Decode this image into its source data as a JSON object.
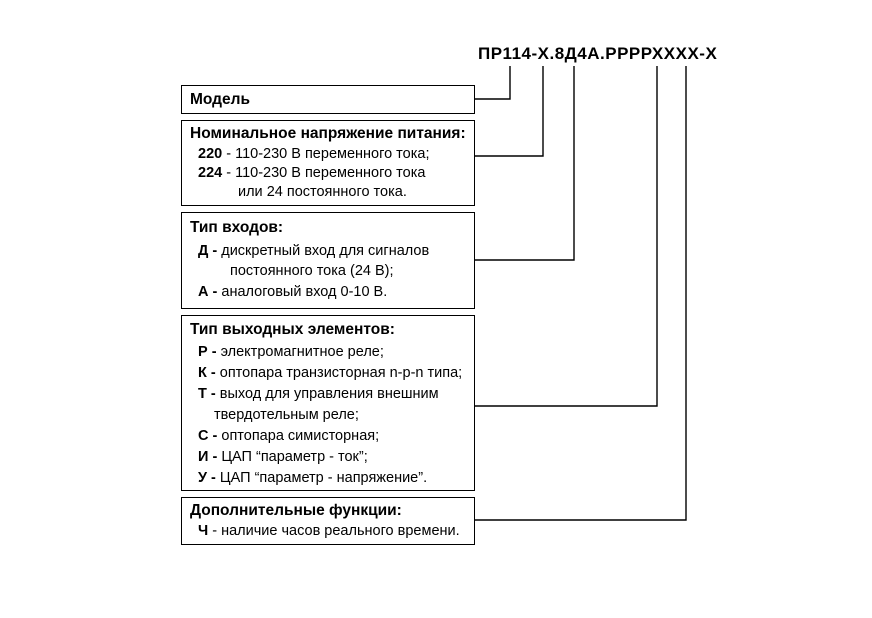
{
  "code": "ПР114-Х.8Д4А.РРРРХХХХ-Х",
  "model": {
    "title": "Модель"
  },
  "voltage": {
    "title": "Номинальное напряжение питания:",
    "items": [
      {
        "key": "220",
        "sep": " - ",
        "text": "110-230 В переменного тока;"
      },
      {
        "key": "224",
        "sep": " - ",
        "text": "110-230 В переменного тока"
      }
    ],
    "cont": "или 24 постоянного тока."
  },
  "inputs": {
    "title": "Тип входов:",
    "items": [
      {
        "key": "Д",
        "sep": "  - ",
        "text": "дискретный вход для сигналов"
      },
      {
        "key": "А",
        "sep": "  - ",
        "text": "аналоговый вход 0-10 В."
      }
    ],
    "cont": "постоянного тока (24 В);"
  },
  "outputs": {
    "title": "Тип выходных элементов:",
    "items": [
      {
        "key": "Р",
        "sep": " - ",
        "text": "электромагнитное реле;"
      },
      {
        "key": "К",
        "sep": " - ",
        "text": "оптопара транзисторная n-p-n типа;"
      },
      {
        "key": "Т",
        "sep": " - ",
        "text": "выход для управления внешним"
      },
      {
        "key": "С",
        "sep": " - ",
        "text": "оптопара симисторная;"
      },
      {
        "key": "И",
        "sep": " - ",
        "text": "ЦАП “параметр - ток”;"
      },
      {
        "key": "У",
        "sep": " - ",
        "text": "ЦАП “параметр - напряжение”."
      }
    ],
    "cont": "твердотельным реле;"
  },
  "extra": {
    "title": "Дополнительные функции:",
    "items": [
      {
        "key": "Ч",
        "sep": " - ",
        "text": "наличие часов реального времени."
      }
    ]
  }
}
